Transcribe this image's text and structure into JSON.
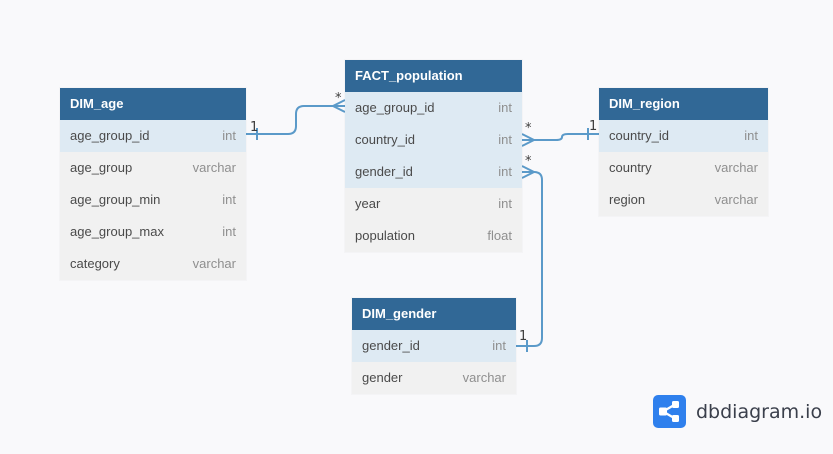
{
  "tables": {
    "dim_age": {
      "name": "DIM_age",
      "fields": [
        {
          "name": "age_group_id",
          "type": "int"
        },
        {
          "name": "age_group",
          "type": "varchar"
        },
        {
          "name": "age_group_min",
          "type": "int"
        },
        {
          "name": "age_group_max",
          "type": "int"
        },
        {
          "name": "category",
          "type": "varchar"
        }
      ]
    },
    "fact_population": {
      "name": "FACT_population",
      "fields": [
        {
          "name": "age_group_id",
          "type": "int"
        },
        {
          "name": "country_id",
          "type": "int"
        },
        {
          "name": "gender_id",
          "type": "int"
        },
        {
          "name": "year",
          "type": "int"
        },
        {
          "name": "population",
          "type": "float"
        }
      ]
    },
    "dim_region": {
      "name": "DIM_region",
      "fields": [
        {
          "name": "country_id",
          "type": "int"
        },
        {
          "name": "country",
          "type": "varchar"
        },
        {
          "name": "region",
          "type": "varchar"
        }
      ]
    },
    "dim_gender": {
      "name": "DIM_gender",
      "fields": [
        {
          "name": "gender_id",
          "type": "int"
        },
        {
          "name": "gender",
          "type": "varchar"
        }
      ]
    }
  },
  "relationships": [
    {
      "from": "DIM_age.age_group_id",
      "from_card": "1",
      "to": "FACT_population.age_group_id",
      "to_card": "*"
    },
    {
      "from": "DIM_region.country_id",
      "from_card": "1",
      "to": "FACT_population.country_id",
      "to_card": "*"
    },
    {
      "from": "DIM_gender.gender_id",
      "from_card": "1",
      "to": "FACT_population.gender_id",
      "to_card": "*"
    }
  ],
  "brand": {
    "text": "dbdiagram.io",
    "color": "#2f80ed"
  },
  "colors": {
    "header": "#316896",
    "highlight_row": "#deeaf3",
    "row": "#f1f1f1",
    "connector": "#5b9ac9"
  }
}
